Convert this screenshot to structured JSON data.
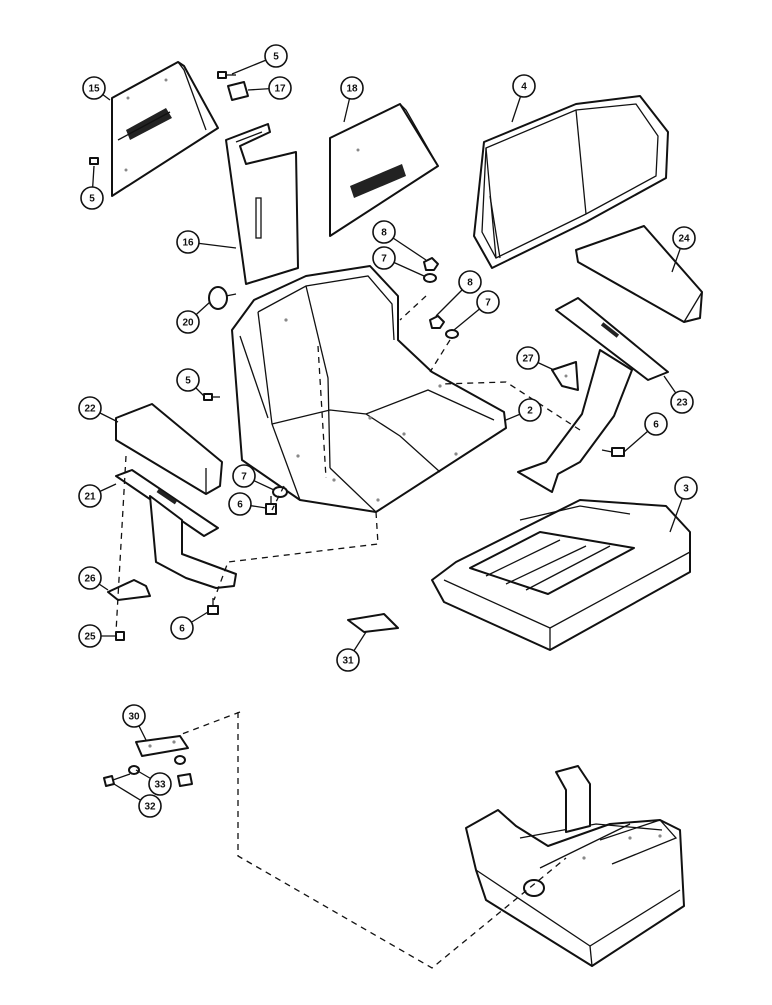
{
  "callouts": [
    {
      "id": "c15",
      "label": "15"
    },
    {
      "id": "c5a",
      "label": "5"
    },
    {
      "id": "c17",
      "label": "17"
    },
    {
      "id": "c5b",
      "label": "5"
    },
    {
      "id": "c18",
      "label": "18"
    },
    {
      "id": "c4",
      "label": "4"
    },
    {
      "id": "c16",
      "label": "16"
    },
    {
      "id": "c8a",
      "label": "8"
    },
    {
      "id": "c7a",
      "label": "7"
    },
    {
      "id": "c24",
      "label": "24"
    },
    {
      "id": "c8b",
      "label": "8"
    },
    {
      "id": "c7b",
      "label": "7"
    },
    {
      "id": "c20",
      "label": "20"
    },
    {
      "id": "c27",
      "label": "27"
    },
    {
      "id": "c5c",
      "label": "5"
    },
    {
      "id": "c23",
      "label": "23"
    },
    {
      "id": "c22",
      "label": "22"
    },
    {
      "id": "c2",
      "label": "2"
    },
    {
      "id": "c6a",
      "label": "6"
    },
    {
      "id": "c7c",
      "label": "7"
    },
    {
      "id": "c6b",
      "label": "6"
    },
    {
      "id": "c3",
      "label": "3"
    },
    {
      "id": "c21",
      "label": "21"
    },
    {
      "id": "c26",
      "label": "26"
    },
    {
      "id": "c6c",
      "label": "6"
    },
    {
      "id": "c25",
      "label": "25"
    },
    {
      "id": "c31",
      "label": "31"
    },
    {
      "id": "c30",
      "label": "30"
    },
    {
      "id": "c33",
      "label": "33"
    },
    {
      "id": "c32",
      "label": "32"
    }
  ]
}
